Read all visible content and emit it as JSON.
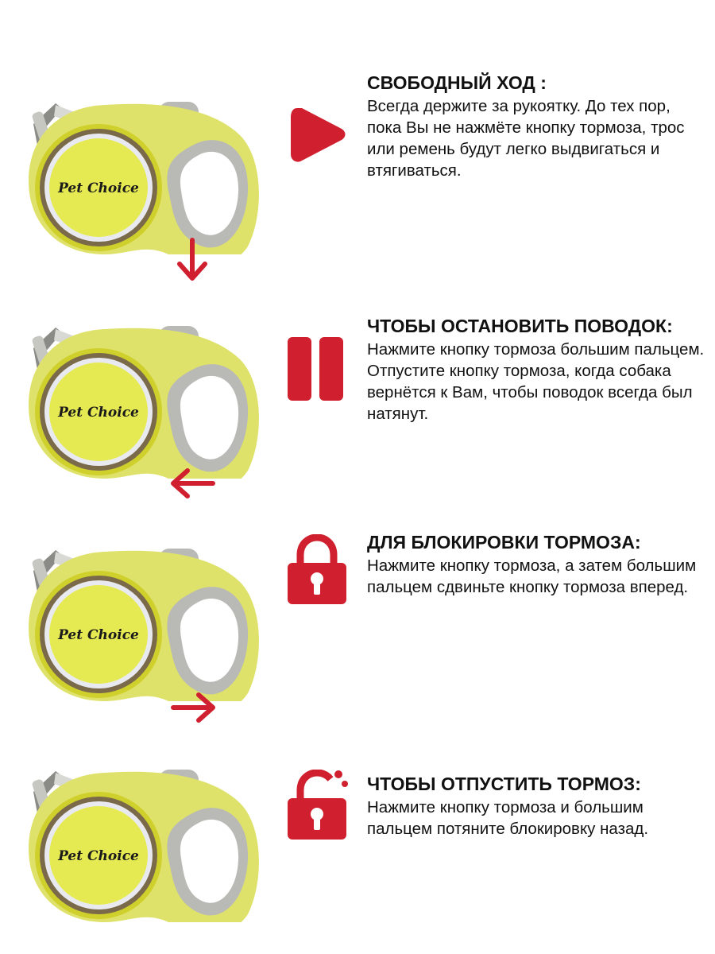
{
  "brand": "Pet Choice",
  "colors": {
    "accent": "#d0202f",
    "leash_body": "#dfe26a",
    "leash_label": "#e6ea52",
    "grip": "#b9bab6",
    "text": "#111111"
  },
  "steps": [
    {
      "icon": "play-icon",
      "heading": "СВОБОДНЫЙ ХОД :",
      "body": "Всегда держите за рукоятку. До  тех пор, пока Вы не нажмёте кнопку тормоза, трос или ремень будут легко выдвигаться и втягиваться."
    },
    {
      "icon": "pause-icon",
      "heading": "ЧТОБЫ ОСТАНОВИТЬ ПОВОДОК:",
      "body": "Нажмите кнопку тормоза большим пальцем. Отпустите кнопку тормоза, когда собака вернётся к Вам, чтобы поводок всегда был натянут."
    },
    {
      "icon": "lock-icon",
      "heading": "ДЛЯ БЛОКИРОВКИ ТОРМОЗА:",
      "body": "Нажмите кнопку тормоза, а затем большим пальцем сдвиньте кнопку тормоза вперед."
    },
    {
      "icon": "unlock-icon",
      "heading": "ЧТОБЫ ОТПУСТИТЬ ТОРМОЗ:",
      "body": "Нажмите кнопку тормоза и большим пальцем потяните блокировку назад."
    }
  ],
  "arrows": [
    "arrow-down-icon",
    "arrow-left-icon",
    "arrow-right-icon"
  ]
}
